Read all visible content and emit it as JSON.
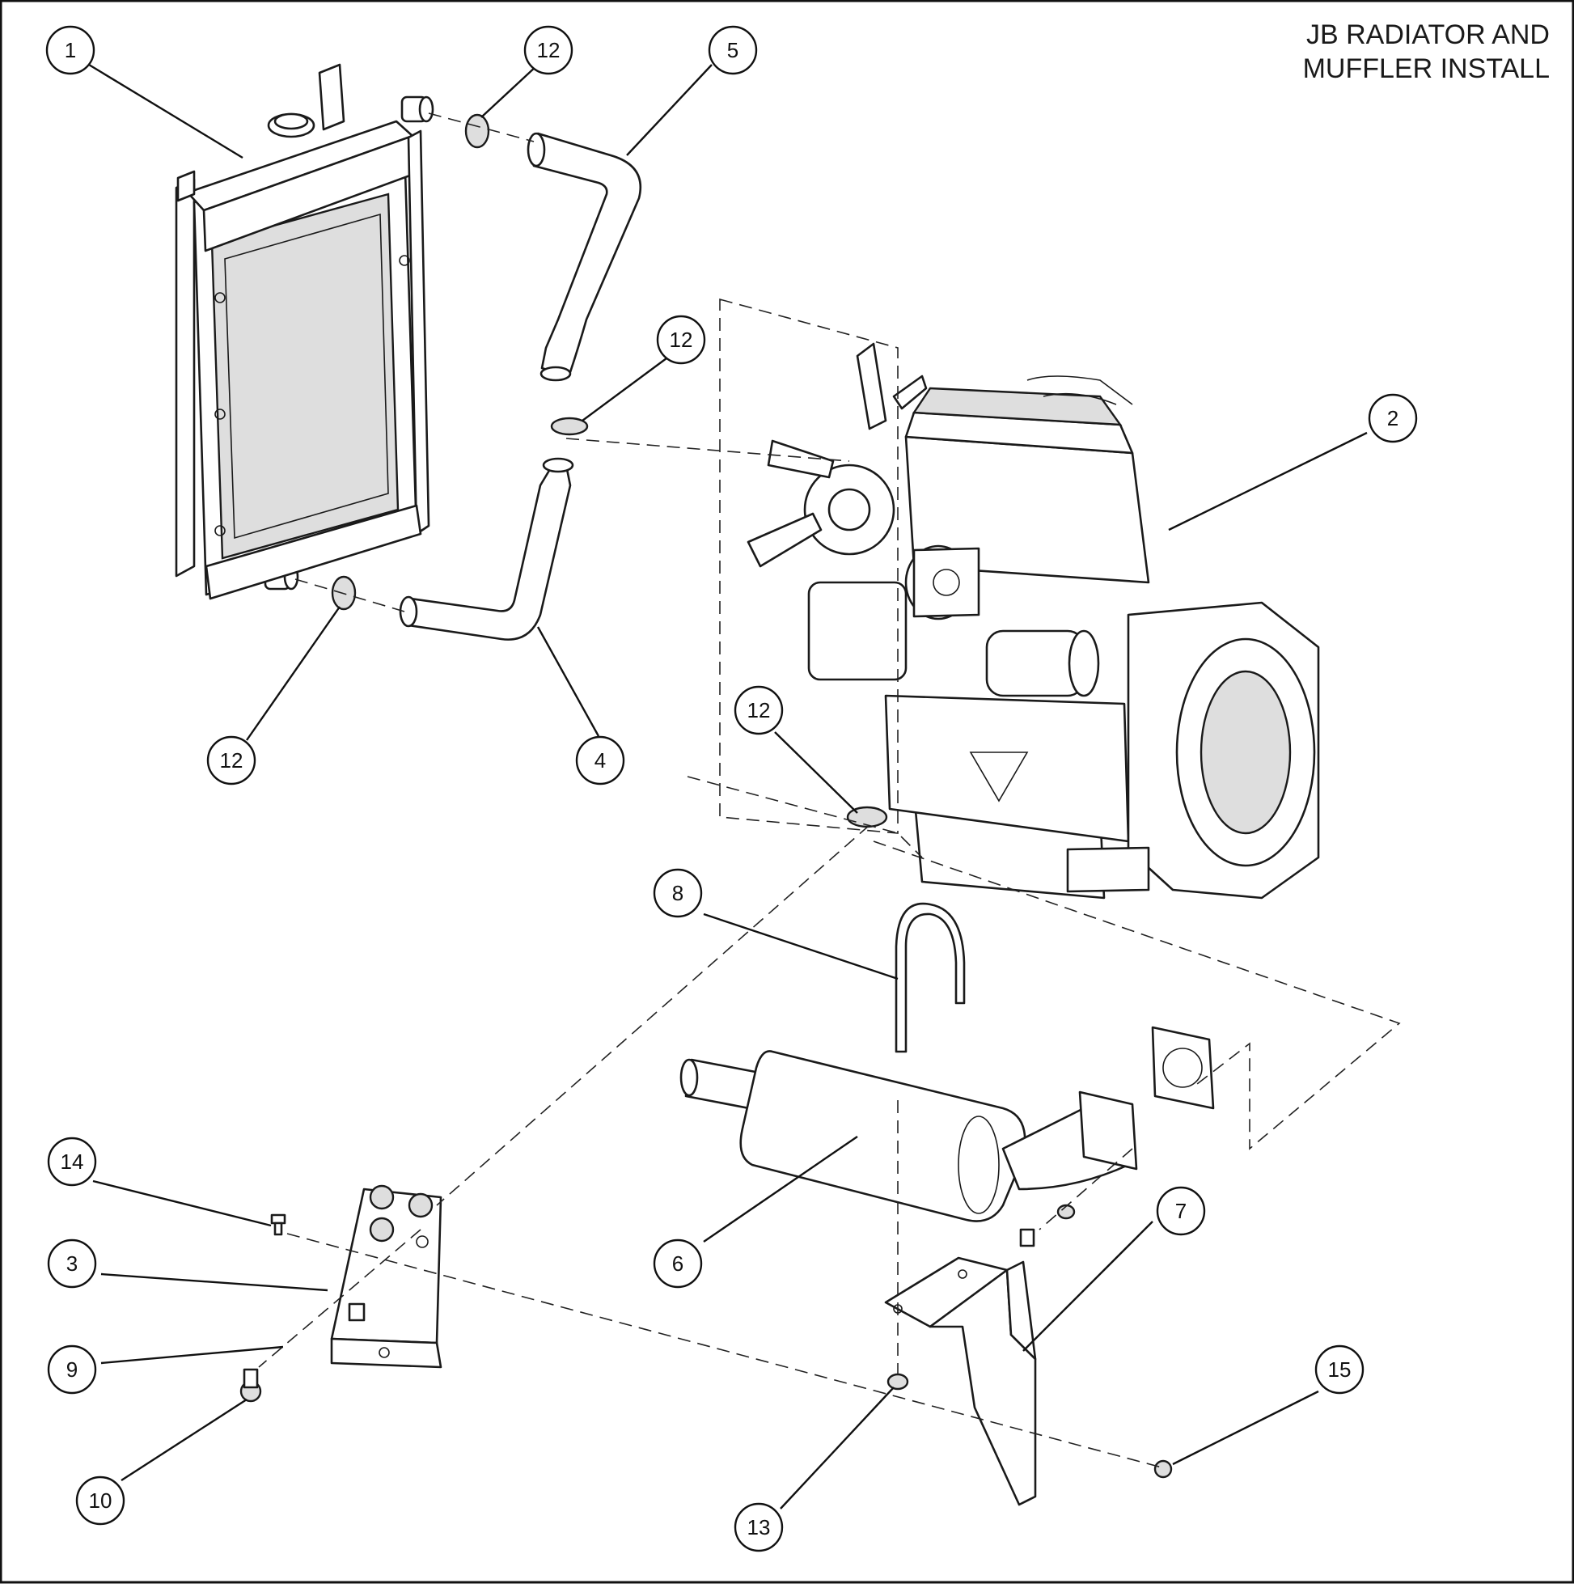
{
  "title": {
    "line1": "JB RADIATOR AND",
    "line2": "MUFFLER INSTALL"
  },
  "callouts": [
    {
      "id": "c1",
      "label": "1"
    },
    {
      "id": "c12a",
      "label": "12"
    },
    {
      "id": "c5",
      "label": "5"
    },
    {
      "id": "c12b",
      "label": "12"
    },
    {
      "id": "c2",
      "label": "2"
    },
    {
      "id": "c12c",
      "label": "12"
    },
    {
      "id": "c4",
      "label": "4"
    },
    {
      "id": "c12d",
      "label": "12"
    },
    {
      "id": "c8",
      "label": "8"
    },
    {
      "id": "c14",
      "label": "14"
    },
    {
      "id": "c3",
      "label": "3"
    },
    {
      "id": "c9",
      "label": "9"
    },
    {
      "id": "c10",
      "label": "10"
    },
    {
      "id": "c6",
      "label": "6"
    },
    {
      "id": "c7",
      "label": "7"
    },
    {
      "id": "c15",
      "label": "15"
    },
    {
      "id": "c13",
      "label": "13"
    }
  ]
}
